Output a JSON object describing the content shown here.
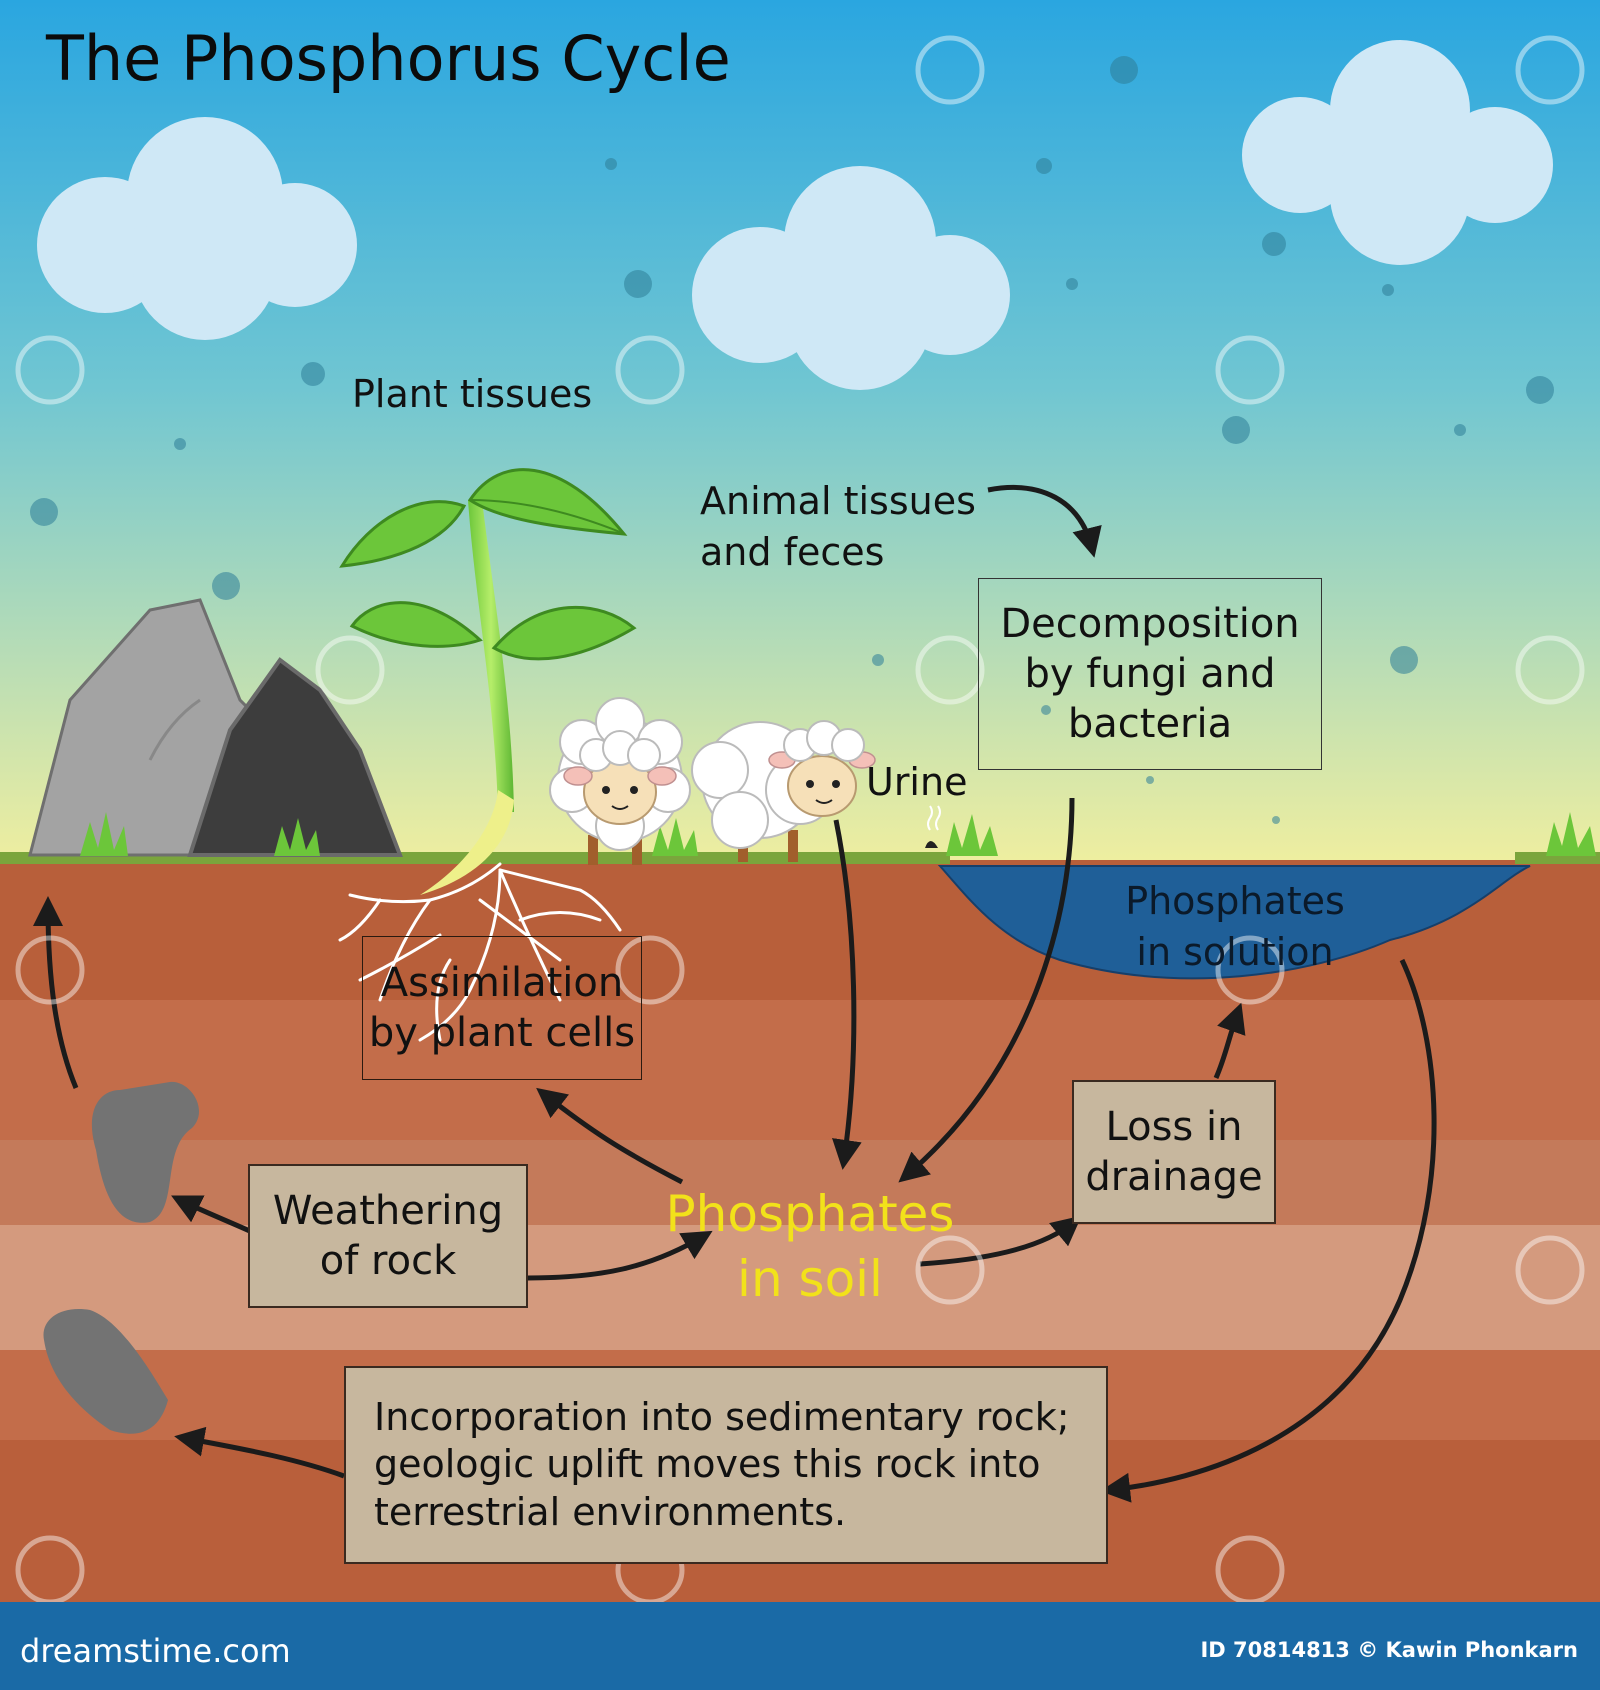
{
  "title": "The Phosphorus Cycle",
  "labels": {
    "plant_tissues": "Plant tissues",
    "animal_tissues": "Animal tissues\nand feces",
    "urine": "Urine",
    "phosphates_solution": "Phosphates\nin solution",
    "phosphates_soil": "Phosphates\nin soil"
  },
  "boxes": {
    "decomposition": "Decomposition\nby fungi and\nbacteria",
    "assimilation": "Assimilation\nby plant cells",
    "loss_drainage": "Loss in\ndrainage",
    "weathering": "Weathering\nof rock",
    "incorporation": "Incorporation into sedimentary rock;\ngeologic uplift moves this rock into\nterrestrial environments."
  },
  "footer": {
    "site": "dreamstime.com",
    "credit": "ID 70814813 © Kawin Phonkarn"
  },
  "colors": {
    "sky_top": "#2aa6e0",
    "sky_bottom": "#e8ec9a",
    "soil_dark": "#b85f3a",
    "soil_light": "#d49a7e",
    "water": "#1f5f98",
    "box_fill": "#c7b79e",
    "soil_label": "#f2e21a",
    "footer": "#1a6aa6"
  }
}
